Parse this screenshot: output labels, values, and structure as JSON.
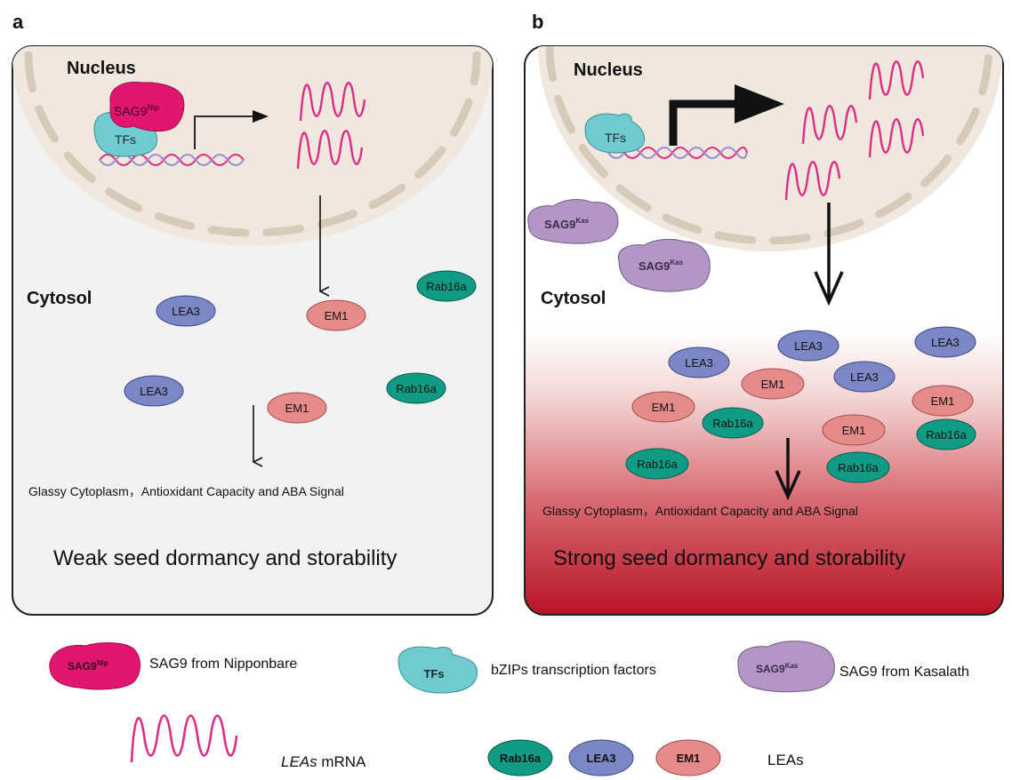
{
  "panel_a": {
    "letter": "a",
    "nucleus_label": "Nucleus",
    "cytosol_label": "Cytosol",
    "sag9": {
      "base": "SAG9",
      "sup": "Nip"
    },
    "tfs": "TFs",
    "proteins": {
      "lea3_1": "LEA3",
      "lea3_2": "LEA3",
      "em1_1": "EM1",
      "em1_2": "EM1",
      "rab16a_1": "Rab16a",
      "rab16a_2": "Rab16a"
    },
    "process_text": "Glassy Cytoplasm，Antioxidant Capacity and ABA Signal",
    "outcome": "Weak seed dormancy and storability"
  },
  "panel_b": {
    "letter": "b",
    "nucleus_label": "Nucleus",
    "cytosol_label": "Cytosol",
    "sag9_1": {
      "base": "SAG9",
      "sup": "Kas"
    },
    "sag9_2": {
      "base": "SAG9",
      "sup": "Kas"
    },
    "tfs": "TFs",
    "proteins": {
      "lea3_1": "LEA3",
      "lea3_2": "LEA3",
      "lea3_3": "LEA3",
      "lea3_4": "LEA3",
      "em1_1": "EM1",
      "em1_2": "EM1",
      "em1_3": "EM1",
      "em1_4": "EM1",
      "rab16a_1": "Rab16a",
      "rab16a_2": "Rab16a",
      "rab16a_3": "Rab16a",
      "rab16a_4": "Rab16a"
    },
    "process_text": "Glassy Cytoplasm，Antioxidant Capacity and ABA Signal",
    "outcome": "Strong seed dormancy and storability"
  },
  "legend": {
    "sag9_nip": {
      "base": "SAG9",
      "sup": "Nip",
      "label": "SAG9 from Nipponbare"
    },
    "tfs": {
      "icon_text": "TFs",
      "label": "bZIPs transcription factors"
    },
    "sag9_kas": {
      "base": "SAG9",
      "sup": "Kas",
      "label": "SAG9 from Kasalath"
    },
    "mrna": {
      "italic": "LEAs",
      "rest": " mRNA"
    },
    "leas": {
      "rab16a": "Rab16a",
      "lea3": "LEA3",
      "em1": "EM1",
      "label": "LEAs"
    }
  },
  "colors": {
    "sag9_nip": "#e0166f",
    "sag9_kas": "#b396c6",
    "tfs": "#6fcbcf",
    "lea3": "#7c87c6",
    "em1": "#e58b8a",
    "rab16a": "#109c84",
    "mrna": "#de2d86",
    "nucleus_fill": "#f0e8df",
    "nuclear_envelope": "#d7cab8",
    "panel_a_bg": "#f2f2f2",
    "panel_b_gradient_end": "#b81426"
  }
}
